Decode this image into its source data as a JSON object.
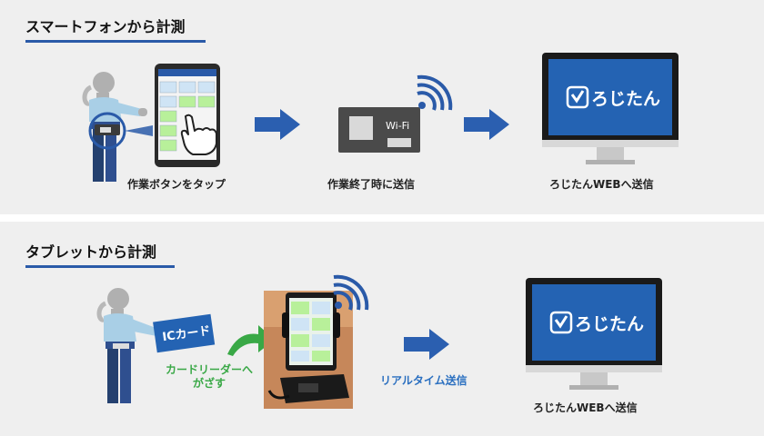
{
  "section1": {
    "title": "スマートフォンから計測",
    "step1_label": "作業ボタンをタップ",
    "step2_label": "作業終了時に送信",
    "step3_label": "ろじたんWEBへ送信",
    "router_label": "Wi-Fi",
    "logo_text": "ろじたん"
  },
  "section2": {
    "title": "タブレットから計測",
    "ic_card_label": "ICカード",
    "reader_label_line1": "カードリーダーへ",
    "reader_label_line2": "がざす",
    "realtime_label": "リアルタイム送信",
    "step3_label": "ろじたんWEBへ送信",
    "logo_text": "ろじたん"
  },
  "colors": {
    "accent_blue": "#2a5aa8",
    "screen_blue": "#2463b3",
    "arrow_blue": "#2b5fb0",
    "green": "#39a846",
    "panel_bg": "#efefef"
  }
}
